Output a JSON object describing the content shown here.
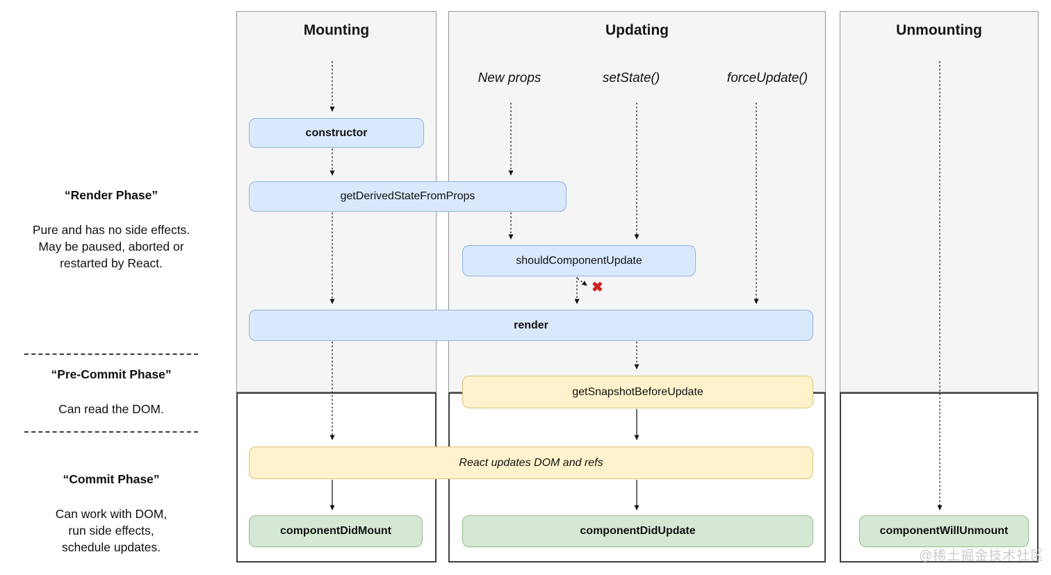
{
  "diagram": {
    "columns": [
      {
        "title": "Mounting"
      },
      {
        "title": "Updating"
      },
      {
        "title": "Unmounting"
      }
    ],
    "phases": [
      {
        "title": "“Render Phase”",
        "desc": "Pure and has no side effects.\nMay be paused, aborted or\nrestarted by React."
      },
      {
        "title": "“Pre-Commit Phase”",
        "desc": "Can read the DOM."
      },
      {
        "title": "“Commit Phase”",
        "desc": "Can work with DOM,\nrun side effects,\nschedule updates."
      }
    ],
    "triggers": [
      {
        "label": "New props"
      },
      {
        "label": "setState()"
      },
      {
        "label": "forceUpdate()"
      }
    ],
    "nodes": {
      "constructor": "constructor",
      "get_derived_state_from_props": "getDerivedStateFromProps",
      "should_component_update": "shouldComponentUpdate",
      "render": "render",
      "get_snapshot_before_update": "getSnapshotBeforeUpdate",
      "react_updates_dom": "React updates DOM and refs",
      "component_did_mount": "componentDidMount",
      "component_did_update": "componentDidUpdate",
      "component_will_unmount": "componentWillUnmount"
    },
    "stop_marker": "✖",
    "watermark": "@稀土掘金技术社区",
    "colors": {
      "phase_bg": "#f5f5f5",
      "lifecycle_box": "#dae8fc",
      "lifecycle_border": "#8db3e2",
      "side_effect_box": "#fff2cc",
      "side_effect_border": "#d8c27a",
      "commit_box": "#d5e8d4",
      "commit_border": "#93bb8b",
      "stop_red": "#cc2222"
    }
  }
}
